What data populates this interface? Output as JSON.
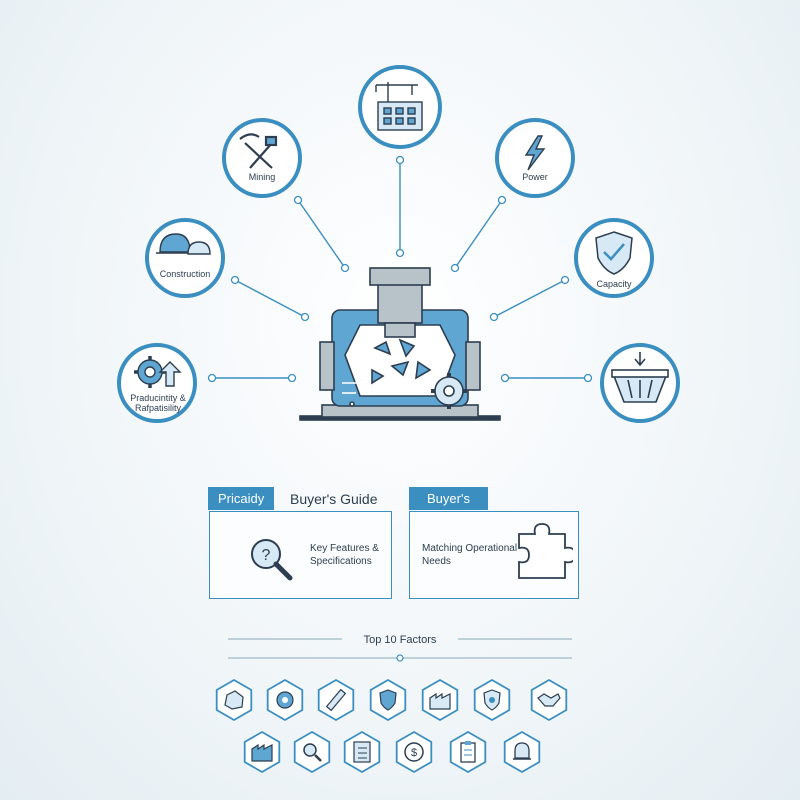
{
  "hub_nodes": [
    {
      "label": "Mining",
      "icon": "mining-tools-icon"
    },
    {
      "label": "",
      "icon": "building-crane-icon"
    },
    {
      "label": "Power",
      "icon": "lightning-bolt-icon"
    },
    {
      "label": "Construction",
      "icon": "hard-hat-icon"
    },
    {
      "label": "Capacity",
      "icon": "shield-check-icon"
    },
    {
      "label": "Praducintity & Rafpatisility",
      "icon": "gear-arrow-icon"
    },
    {
      "label": "",
      "icon": "hopper-basket-icon"
    }
  ],
  "center_icon": "crusher-machine-icon",
  "cards": {
    "left": {
      "tab": "Pricaidy",
      "title": "Buyer's Guide",
      "text": "Key Features & Specifications",
      "icon": "magnifier-question-icon"
    },
    "right": {
      "tab": "Buyer's",
      "text": "Matching Operational Needs",
      "icon": "puzzle-piece-icon"
    }
  },
  "factors": {
    "title": "Top 10 Factors",
    "row1_icons": [
      "rock-icon",
      "gear-icon",
      "ruler-icon",
      "shield-icon",
      "factory-icon",
      "shield-badge-icon",
      "handshake-icon"
    ],
    "row2_icons": [
      "factory-icon",
      "magnifier-icon",
      "checklist-icon",
      "dollar-icon",
      "clipboard-icon",
      "alarm-bell-icon"
    ]
  },
  "colors": {
    "accent": "#3a8fc0",
    "light_accent": "#d6e9f4",
    "dark_line": "#2c3e50",
    "machine_blue": "#5fa6d3",
    "machine_grey": "#b8c2c9"
  }
}
